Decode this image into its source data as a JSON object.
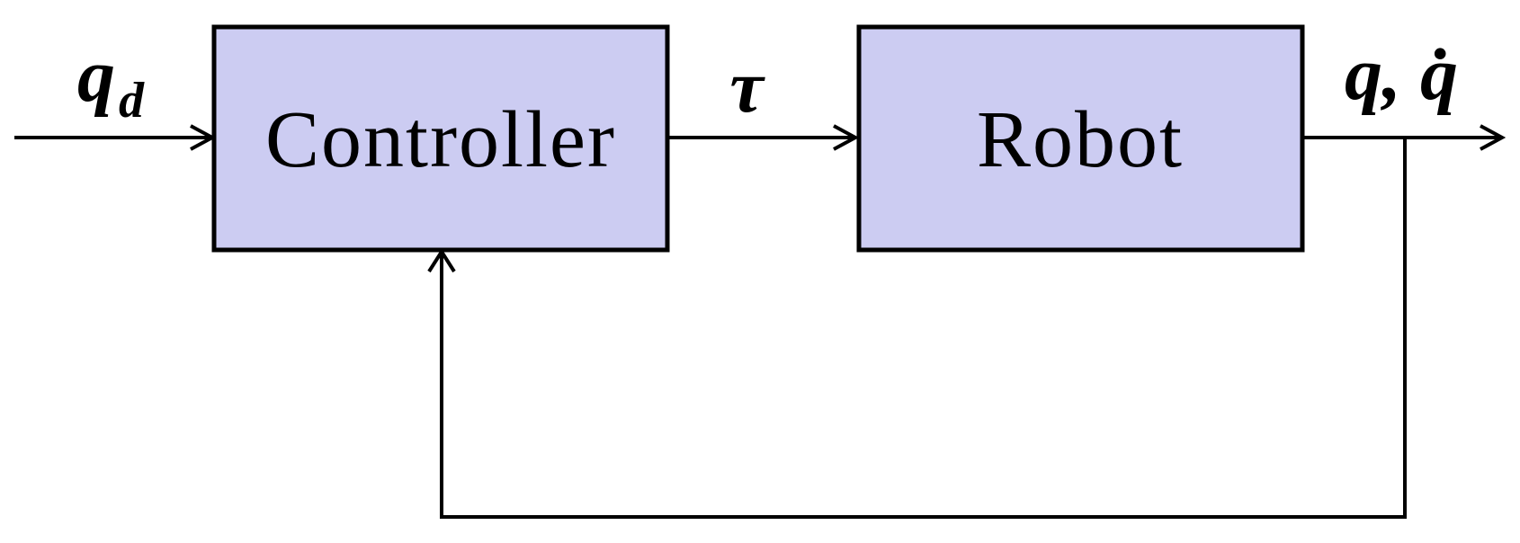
{
  "diagram": {
    "blocks": {
      "controller": {
        "label": "Controller",
        "fill": "#ccccf2",
        "border": "#000000"
      },
      "robot": {
        "label": "Robot",
        "fill": "#ccccf2",
        "border": "#000000"
      }
    },
    "signals": {
      "input_main": "q",
      "input_sub": "d",
      "torque": "τ",
      "output": "q, q̇"
    },
    "colors": {
      "line": "#000000",
      "background": "#ffffff"
    }
  }
}
